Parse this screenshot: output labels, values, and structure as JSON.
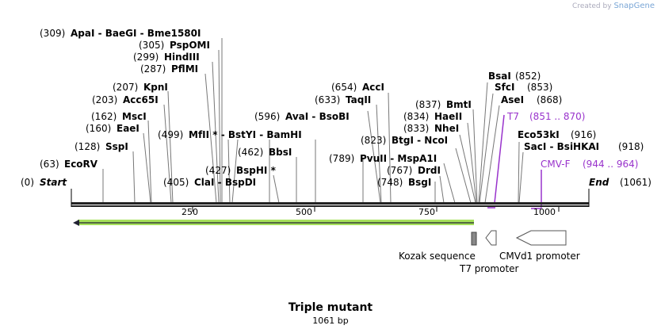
{
  "credit": {
    "prefix": "Created by",
    "brand": "SnapGene"
  },
  "title": "Triple mutant",
  "length_label": "1061 bp",
  "ends": {
    "start": {
      "pos": "(0)",
      "name": "Start"
    },
    "end": {
      "name": "End",
      "pos": "(1061)"
    }
  },
  "ticks": [
    {
      "value": 250,
      "label": "250"
    },
    {
      "value": 500,
      "label": "500"
    },
    {
      "value": 750,
      "label": "750"
    },
    {
      "value": 1000,
      "label": "1000"
    }
  ],
  "sites": [
    {
      "pos": "(309)",
      "text": "ApaI  - BaeGI  - Bme1580I"
    },
    {
      "pos": "(305)",
      "text": "PspOMI"
    },
    {
      "pos": "(299)",
      "text": "HindIII"
    },
    {
      "pos": "(287)",
      "text": "PflMI"
    },
    {
      "pos": "(207)",
      "text": "KpnI"
    },
    {
      "pos": "(203)",
      "text": "Acc65I"
    },
    {
      "pos": "(162)",
      "text": "MscI"
    },
    {
      "pos": "(160)",
      "text": "EaeI"
    },
    {
      "pos": "(128)",
      "text": "SspI"
    },
    {
      "pos": "(63)",
      "text": "EcoRV"
    },
    {
      "pos": "(499)",
      "text": "MfII * - BstYI  - BamHI"
    },
    {
      "pos": "(462)",
      "text": "BbsI"
    },
    {
      "pos": "(427)",
      "text": "BspHI *"
    },
    {
      "pos": "(405)",
      "text": "ClaI  - BspDI"
    },
    {
      "pos": "(596)",
      "text": "AvaI  - BsoBI"
    },
    {
      "pos": "(654)",
      "text": "AccI"
    },
    {
      "pos": "(633)",
      "text": "TaqII"
    },
    {
      "pos": "(837)",
      "text": "BmtI"
    },
    {
      "pos": "(834)",
      "text": "HaeII"
    },
    {
      "pos": "(833)",
      "text": "NheI"
    },
    {
      "pos": "(823)",
      "text": "BtgI  - NcoI"
    },
    {
      "pos": "(789)",
      "text": "PvuII  - MspA1I"
    },
    {
      "pos": "(767)",
      "text": "DrdI"
    },
    {
      "pos": "(748)",
      "text": "BsgI"
    },
    {
      "pos": "(852)",
      "text": "BsaI"
    },
    {
      "pos": "(853)",
      "text": "SfcI"
    },
    {
      "pos": "(868)",
      "text": "AseI"
    },
    {
      "pos": "(916)",
      "text": "Eco53kI"
    },
    {
      "pos": "(918)",
      "text": "SacI  - BsiHKAI"
    }
  ],
  "primers": [
    {
      "name": "T7",
      "range": "(851 .. 870)"
    },
    {
      "name": "CMV-F",
      "range": "(944 .. 964)"
    }
  ],
  "features": {
    "kozak": "Kozak sequence",
    "t7_promoter": "T7 promoter",
    "cmv_promoter": "CMVd1 promoter"
  },
  "colors": {
    "orf": "#a6e05a",
    "primer": "#9933cc",
    "feature_gray": "#888888"
  }
}
